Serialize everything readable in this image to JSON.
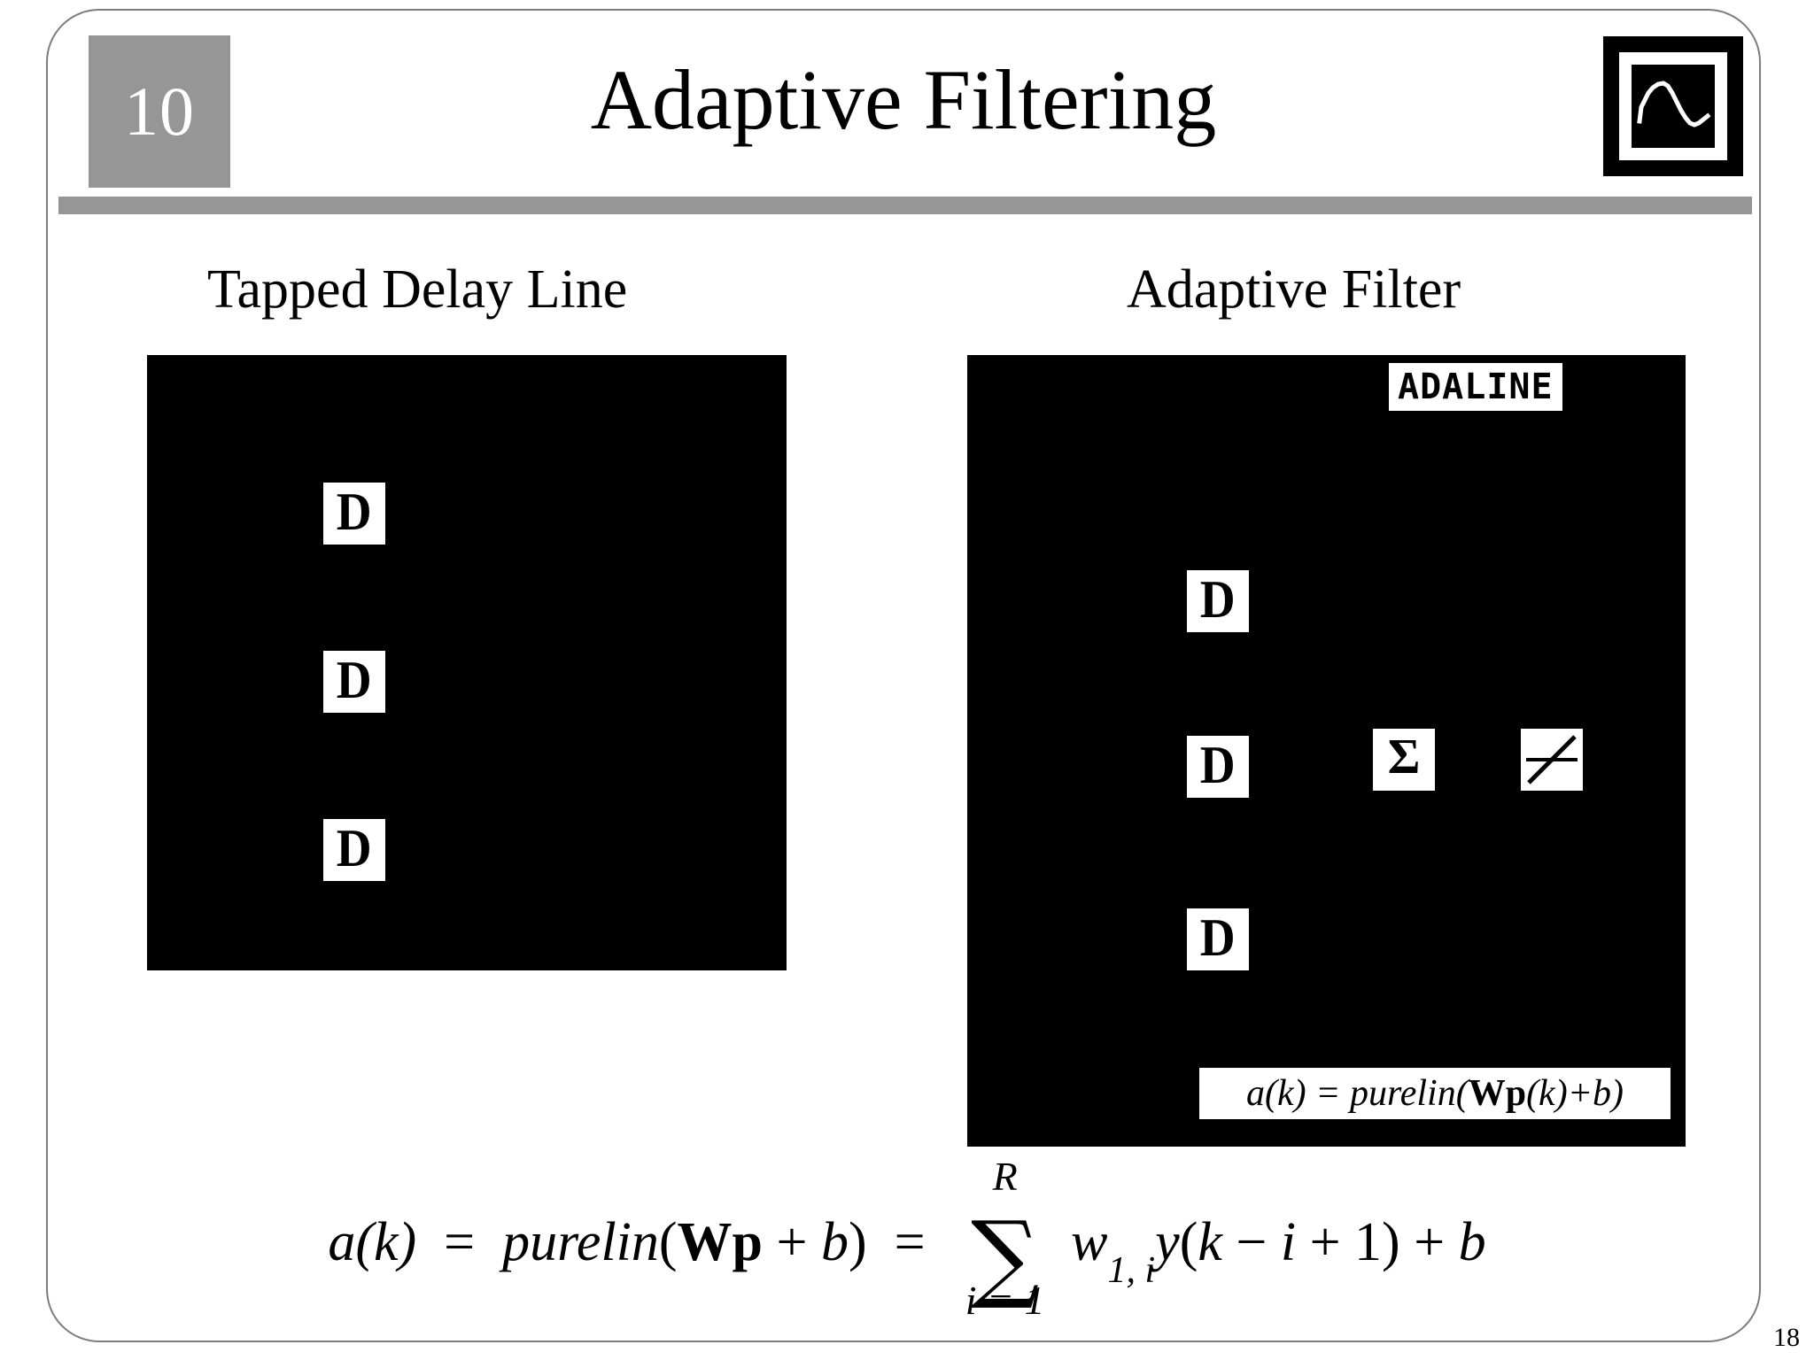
{
  "slide": {
    "chapter_number": "10",
    "title": "Adaptive Filtering",
    "footer_page_number": "18",
    "accent_gray": "#969696",
    "border_gray": "#7d7d7d",
    "panel_black": "#000000",
    "background": "#ffffff"
  },
  "logo": {
    "name": "neural-network-design-book-logo",
    "frame_color": "#000000",
    "inner_color": "#ffffff",
    "curve_color": "#ffffff"
  },
  "sections": {
    "left": {
      "caption": "Tapped Delay Line",
      "delay_blocks": [
        {
          "label": "D"
        },
        {
          "label": "D"
        },
        {
          "label": "D"
        }
      ]
    },
    "right": {
      "caption": "Adaptive Filter",
      "network_label": "ADALINE",
      "delay_blocks": [
        {
          "label": "D"
        },
        {
          "label": "D"
        },
        {
          "label": "D"
        }
      ],
      "sum_block_label": "Σ",
      "transfer_block_name": "purelin-linear-transfer-function",
      "panel_equation": {
        "lhs": "a(k)",
        "eq": "=",
        "fn": "purelin",
        "open": "(",
        "weight": "W",
        "input": "p",
        "arg": "(k)",
        "plus": "+",
        "bias": "b",
        "close": ")",
        "full_text": "a(k) = purelin(Wp(k)+b)"
      }
    }
  },
  "master_equation": {
    "lhs": "a(k)",
    "equals_1": "=",
    "purelin": "purelin",
    "paren_open": "(",
    "weight_matrix": "W",
    "input_vector": "p",
    "plus_bias": "+",
    "bias": "b",
    "paren_close": ")",
    "equals_2": "=",
    "sum_upper_limit": "R",
    "sum_lower_limit": "i = 1",
    "sum_glyph": "∑",
    "weight_term": "w",
    "weight_subscript": "1, i",
    "signal": "y",
    "signal_arg_open": "(",
    "signal_k": "k",
    "signal_minus": "−",
    "signal_i": "i",
    "signal_plus": "+",
    "signal_one": "1",
    "signal_arg_close": ")",
    "trailing_plus": "+",
    "trailing_bias": "b",
    "full_text": "a(k) = purelin(Wp + b) = ∑(i=1..R) w1,i y(k − i + 1) + b"
  }
}
